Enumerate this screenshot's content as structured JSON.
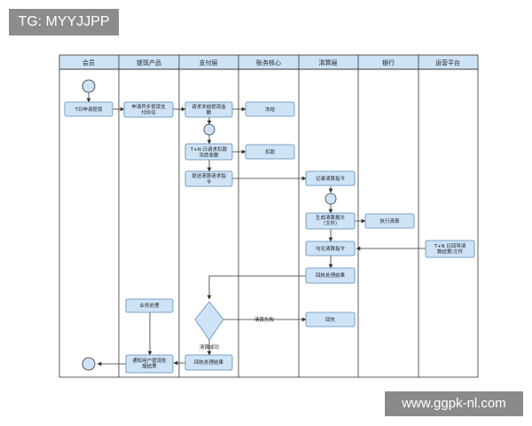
{
  "tag": "TG: MYYJJPP",
  "watermark": "www.ggpk-nl.com",
  "colors": {
    "header_fill": "#cfe3f7",
    "node_fill": "#cfe3f7",
    "node_stroke": "#5b8ab8",
    "border": "#333333",
    "line": "#333333"
  },
  "lanes": [
    "会员",
    "提现产品",
    "支付层",
    "账务核心",
    "清算层",
    "银行",
    "运营平台"
  ],
  "nodes": {
    "t_apply": "T日申请提现",
    "apply_sync": [
      "申请异步提现支",
      "付协议"
    ],
    "request_freeze": [
      "请求冻结提现金",
      "额"
    ],
    "freeze": "冻结",
    "request_deduct": [
      "T+N 日请求扣款",
      "冻结金额"
    ],
    "deduct": "扣款",
    "submit_clearing": [
      "提送清算请求指",
      "令"
    ],
    "record_clearing": "记录清算指令",
    "generate_file": [
      "生成清算报文",
      "（文件）"
    ],
    "execute_clearing": "执行清算",
    "reconcile": "勾兑清算指令",
    "return_result_file": [
      "T+N 日回导清",
      "算结果/文件"
    ],
    "callback_result_clearing": "回执处理结果",
    "business_process": "业务处理",
    "fail_label": "清算失败",
    "refund": "回失",
    "success_label": "清算成功",
    "callback_result_pay": "回执处理结果",
    "notify_user": [
      "通知用户提现处",
      "理结果"
    ]
  }
}
